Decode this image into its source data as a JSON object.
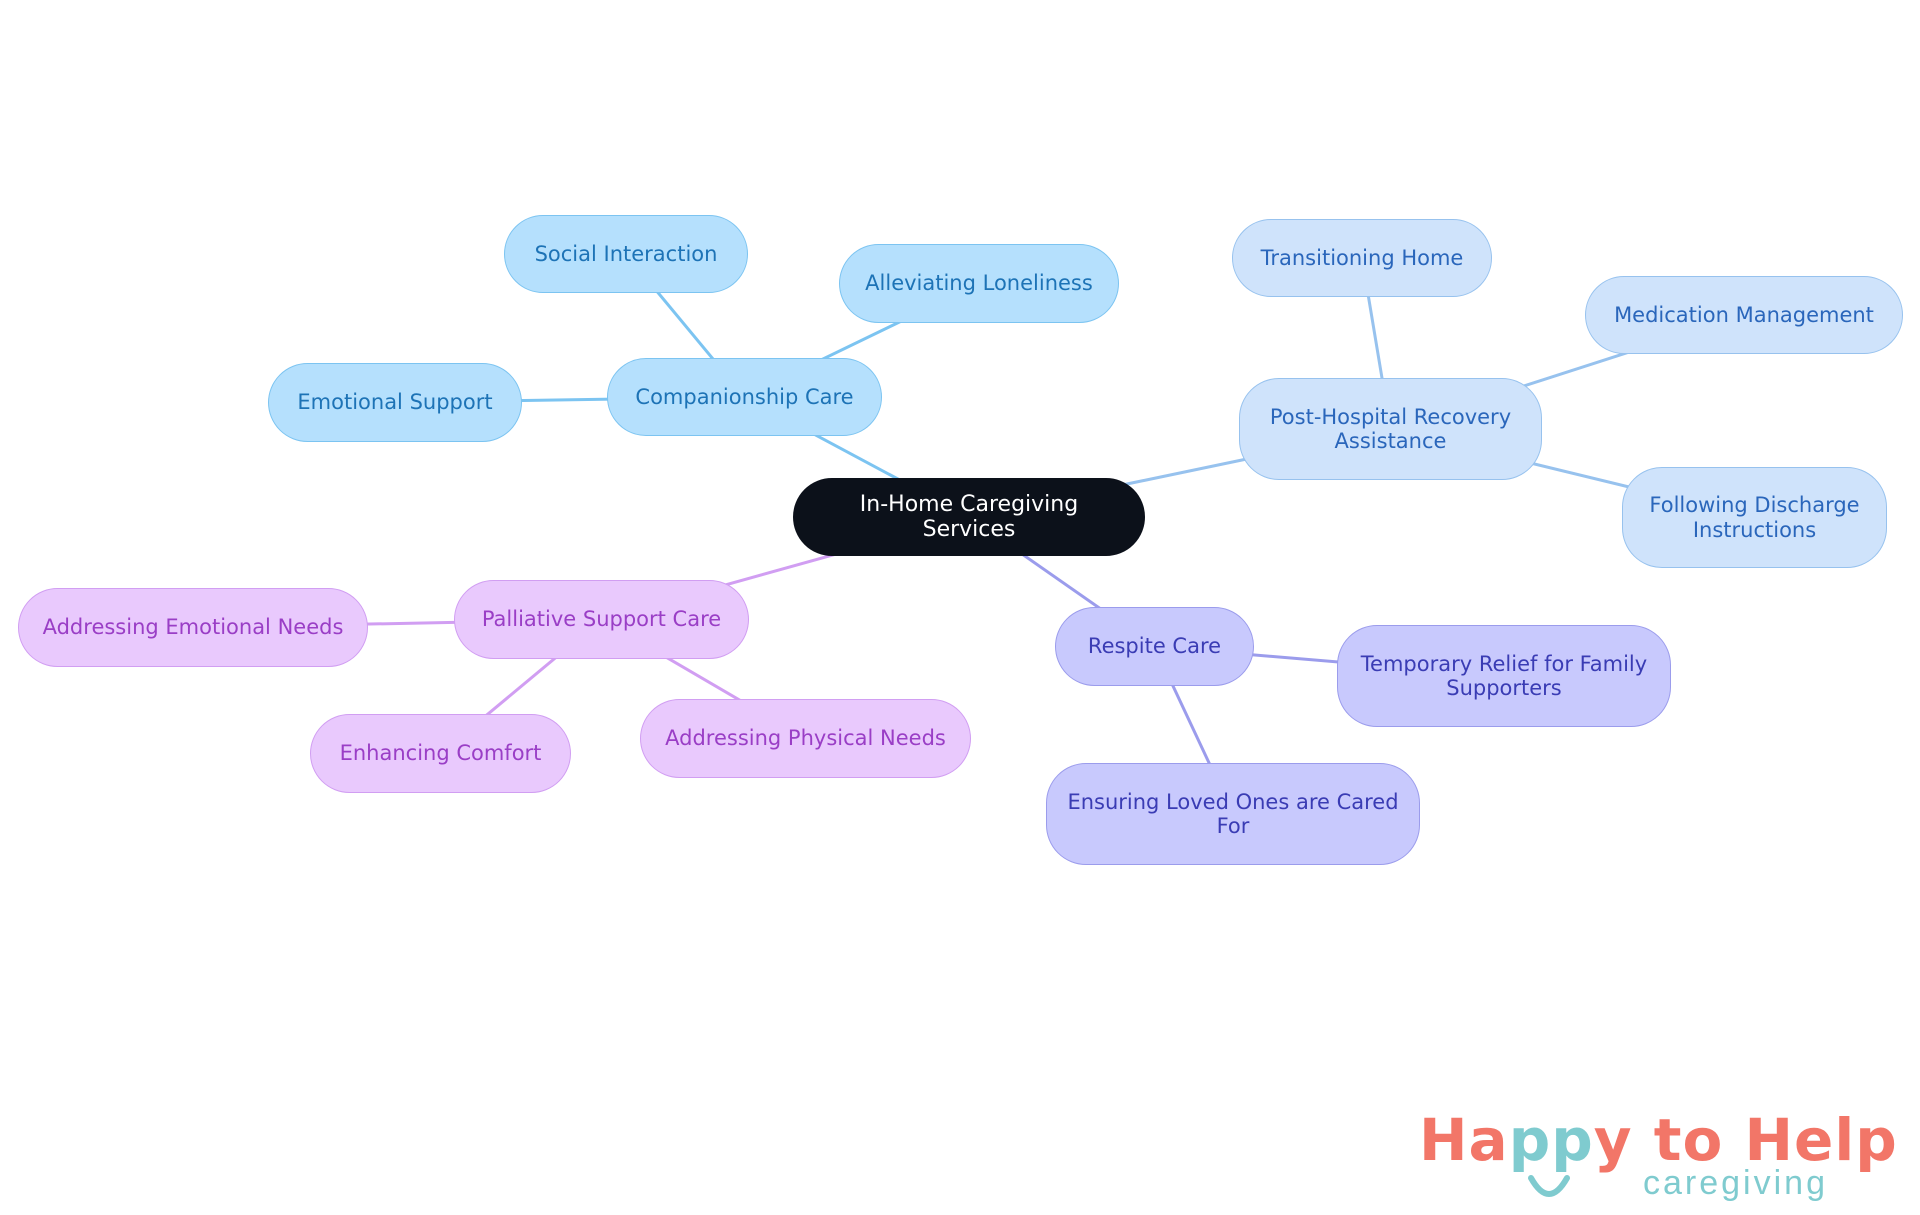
{
  "diagram": {
    "root": {
      "label": "In-Home Caregiving Services"
    },
    "branches": [
      {
        "id": "companionship",
        "label": "Companionship Care",
        "color": "#7cc4f1",
        "children": [
          "Social Interaction",
          "Alleviating Loneliness",
          "Emotional Support"
        ]
      },
      {
        "id": "post-hospital",
        "label": "Post-Hospital Recovery Assistance",
        "color": "#97c2ee",
        "children": [
          "Transitioning Home",
          "Medication Management",
          "Following Discharge Instructions"
        ]
      },
      {
        "id": "respite",
        "label": "Respite Care",
        "color": "#9b9cec",
        "children": [
          "Temporary Relief for Family Supporters",
          "Ensuring Loved Ones are Cared For"
        ]
      },
      {
        "id": "palliative",
        "label": "Palliative Support Care",
        "color": "#d19ef2",
        "children": [
          "Addressing Emotional Needs",
          "Enhancing Comfort",
          "Addressing Physical Needs"
        ]
      }
    ]
  },
  "logo": {
    "part1": "Ha",
    "part2": "pp",
    "part3": "y to Help",
    "tagline": "caregiving",
    "primary_color": "#f27668",
    "secondary_color": "#7fcbcf"
  }
}
